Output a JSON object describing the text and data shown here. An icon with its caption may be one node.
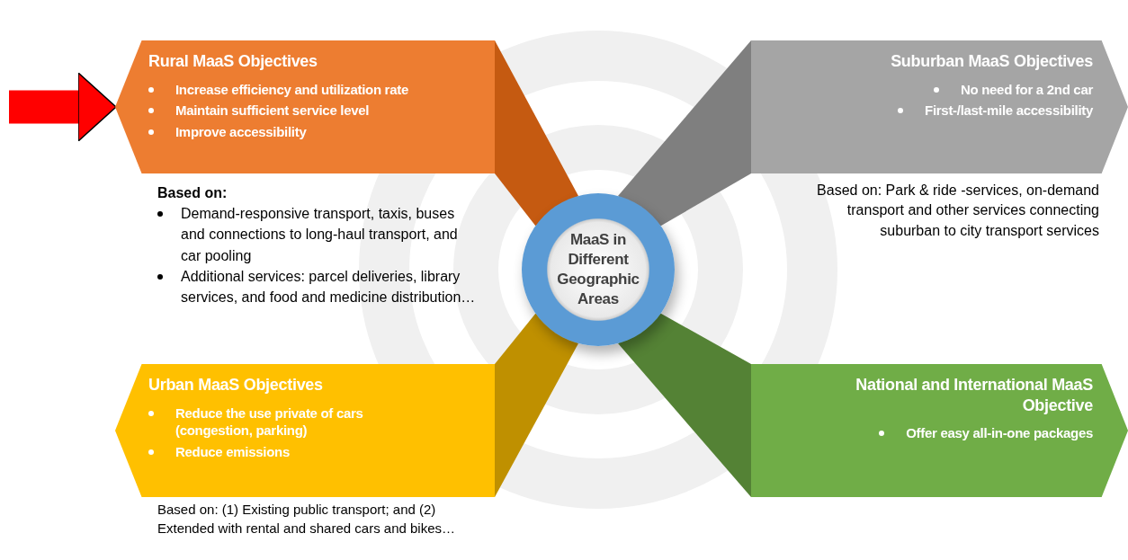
{
  "diagram": {
    "nodes": [
      {
        "text": [
          "Rural MaaS Objectives",
          "Increase efficiency and utilization rate",
          "Maintain sufficient service level",
          "Improve accessibility"
        ],
        "beside": [
          "Based on:",
          "Demand-responsive transport, taxis, buses and connections to long-haul transport, and car pooling",
          "Additional services: parcel deliveries, library services, and food and medicine distribution…"
        ]
      },
      {
        "text": [
          "Suburban MaaS Objectives",
          "No need for a 2nd car",
          "First-/last-mile accessibility"
        ],
        "beside": [
          "Based on: Park & ride -services, on-demand transport and other services connecting suburban to city transport services"
        ]
      },
      {
        "text": [
          "MaaS in Different Geographic Areas"
        ]
      },
      {
        "text": [
          "Urban MaaS Objectives",
          "Reduce the use private of cars (congestion, parking)",
          "Reduce emissions"
        ],
        "beside": [
          "Based on: (1) Existing public transport; and (2) Extended with rental and shared cars and bikes…"
        ]
      },
      {
        "text": [
          "National and International MaaS Objective",
          "Offer easy all-in-one packages"
        ]
      }
    ],
    "edges": [
      {
        "from": 0,
        "to": 2,
        "arrow": "none",
        "color": "#c55a11"
      },
      {
        "from": 1,
        "to": 2,
        "arrow": "none",
        "color": "#7f7f7f"
      },
      {
        "from": 3,
        "to": 2,
        "arrow": "none",
        "color": "#bf9000"
      },
      {
        "from": 4,
        "to": 2,
        "arrow": "none",
        "color": "#548235"
      },
      {
        "from": null,
        "to": 0,
        "arrow": "to",
        "color": "#ff0000"
      }
    ]
  }
}
